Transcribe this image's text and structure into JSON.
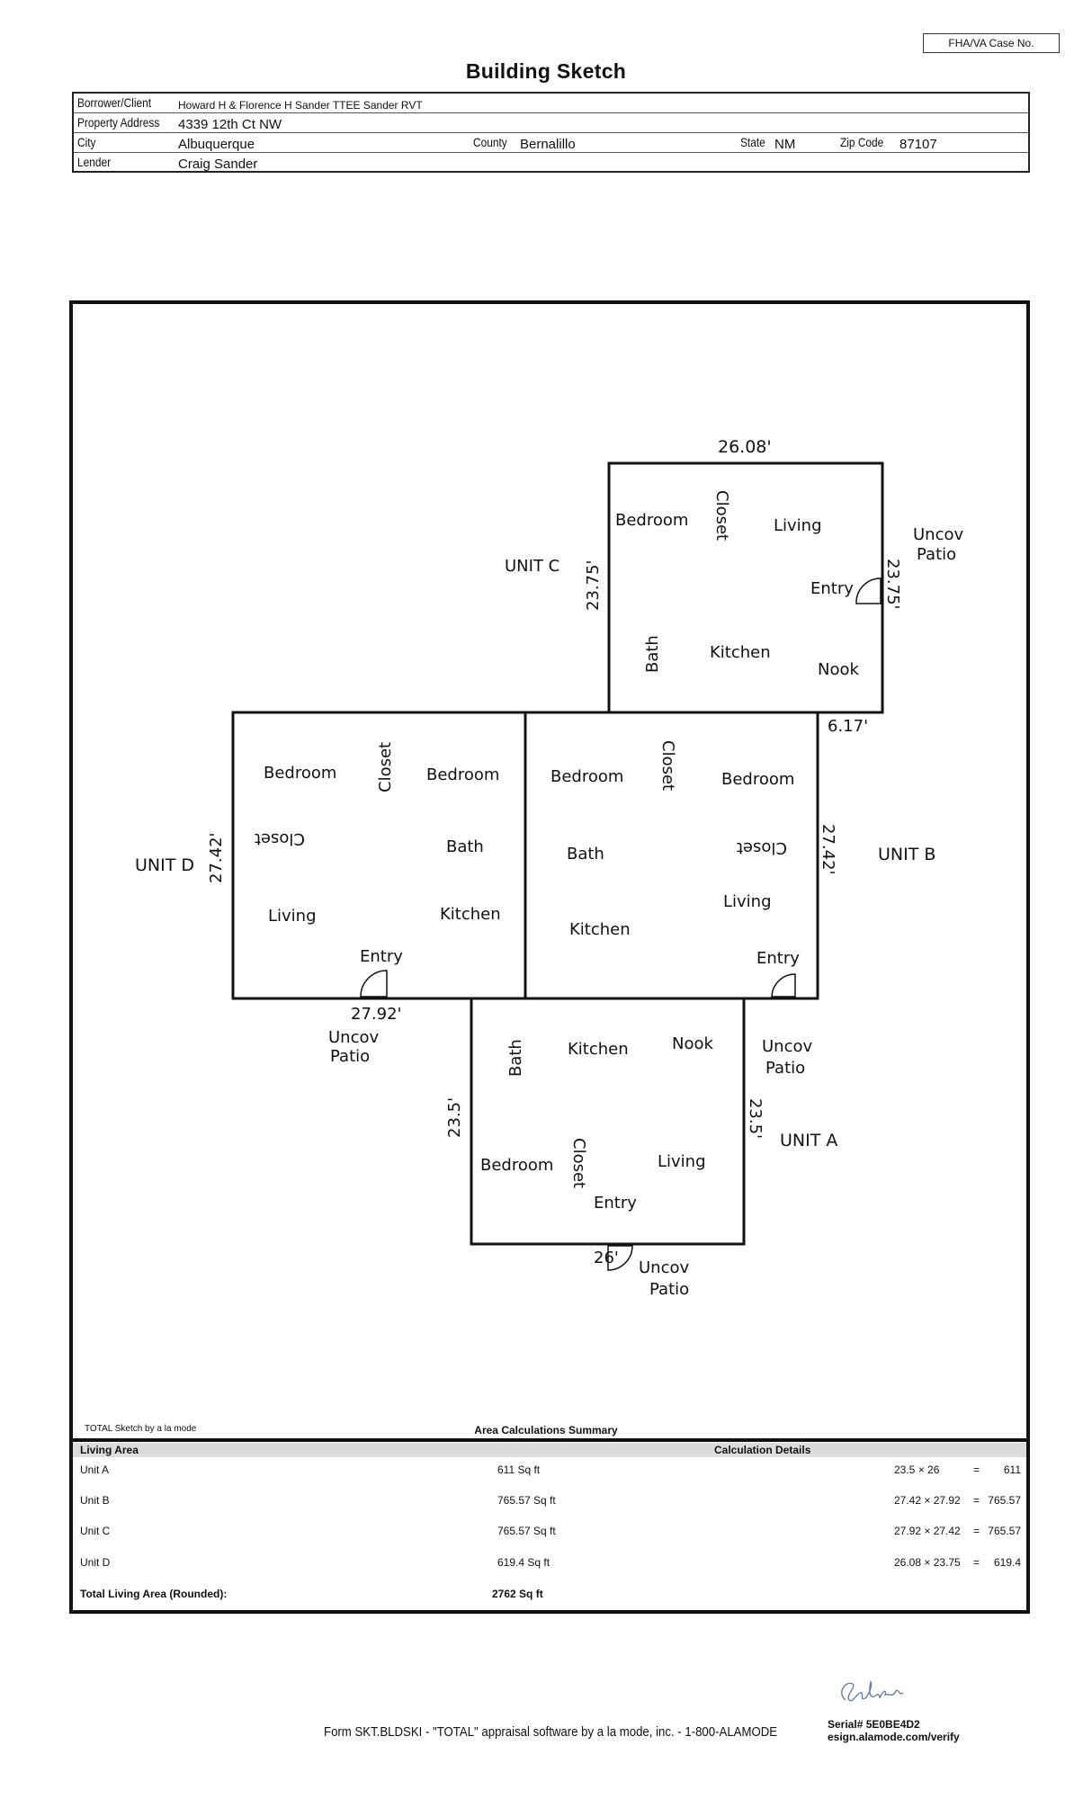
{
  "header": {
    "fha_case_label": "FHA/VA Case No.",
    "title": "Building Sketch"
  },
  "info": {
    "borrower_label": "Borrower/Client",
    "borrower_value": "Howard H & Florence H Sander TTEE Sander RVT",
    "address_label": "Property Address",
    "address_value": "4339 12th Ct NW",
    "city_label": "City",
    "city_value": "Albuquerque",
    "county_label": "County",
    "county_value": "Bernalillo",
    "state_label": "State",
    "state_value": "NM",
    "zip_label": "Zip Code",
    "zip_value": "87107",
    "lender_label": "Lender",
    "lender_value": "Craig Sander"
  },
  "sketch": {
    "units": {
      "c": {
        "label": "UNIT C",
        "top": "26.08'",
        "left": "23.75'",
        "right": "23.75'",
        "rooms": {
          "bedroom": "Bedroom",
          "closet": "Closet",
          "living": "Living",
          "entry": "Entry",
          "bath": "Bath",
          "kitchen": "Kitchen",
          "nook": "Nook"
        },
        "patio": "Uncov Patio"
      },
      "d": {
        "label": "UNIT D",
        "left": "27.42'",
        "bottom": "27.92'",
        "rooms": {
          "bedroom1": "Bedroom",
          "closet1": "Closet",
          "bedroom2": "Bedroom",
          "closet2": "Closet",
          "bath": "Bath",
          "living": "Living",
          "kitchen": "Kitchen",
          "entry": "Entry"
        },
        "patio": "Uncov Patio"
      },
      "b": {
        "label": "UNIT B",
        "right": "27.42'",
        "offset": "6.17'",
        "rooms": {
          "bedroom1": "Bedroom",
          "closet1": "Closet",
          "bedroom2": "Bedroom",
          "bath": "Bath",
          "closet2": "Closet",
          "living": "Living",
          "kitchen": "Kitchen",
          "entry": "Entry"
        },
        "patio": "Uncov Patio"
      },
      "a": {
        "label": "UNIT A",
        "left": "23.5'",
        "right": "23.5'",
        "bottom": "26'",
        "rooms": {
          "bath": "Bath",
          "kitchen": "Kitchen",
          "nook": "Nook",
          "bedroom": "Bedroom",
          "closet": "Closet",
          "living": "Living",
          "entry": "Entry"
        },
        "patio": "Uncov Patio"
      }
    }
  },
  "summary": {
    "credit": "TOTAL Sketch by a la mode",
    "title": "Area Calculations Summary",
    "living_area_header": "Living Area",
    "details_header": "Calculation Details",
    "rows": [
      {
        "name": "Unit A",
        "area": "611 Sq ft",
        "calc": "23.5 × 26",
        "eq": "=",
        "result": "611"
      },
      {
        "name": "Unit B",
        "area": "765.57 Sq ft",
        "calc": "27.42 × 27.92",
        "eq": "=",
        "result": "765.57"
      },
      {
        "name": "Unit C",
        "area": "765.57 Sq ft",
        "calc": "27.92 × 27.42",
        "eq": "=",
        "result": "765.57"
      },
      {
        "name": "Unit D",
        "area": "619.4 Sq ft",
        "calc": "26.08 × 23.75",
        "eq": "=",
        "result": "619.4"
      }
    ],
    "total_label": "Total Living Area (Rounded):",
    "total_value": "2762 Sq ft"
  },
  "footer": {
    "form_text": "Form SKT.BLDSKI - \"TOTAL\" appraisal software by a la mode, inc. - 1-800-ALAMODE",
    "serial": "Serial# 5E0BE4D2",
    "verify": "esign.alamode.com/verify"
  }
}
